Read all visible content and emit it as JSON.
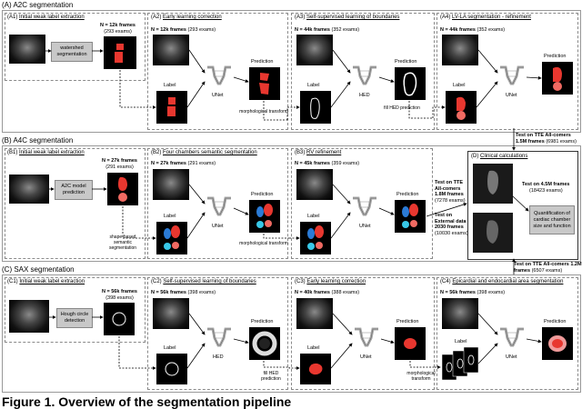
{
  "sections": {
    "a2c": {
      "title": "(A) A2C segmentation"
    },
    "a4c": {
      "title": "(B) A4C segmentation"
    },
    "sax": {
      "title": "(C) SAX segmentation"
    }
  },
  "panels": {
    "a1": {
      "id": "(A1)",
      "name": "Initial weak label extraction",
      "frames": "N = 12k frames",
      "exams": "(293 exams)",
      "tool": "watershed segmentation"
    },
    "a2": {
      "id": "(A2)",
      "name": "Early learning correction",
      "frames": "N = 12k frames",
      "exams": "(293 exams)",
      "label": "Label",
      "net": "UNet",
      "prediction": "Prediction",
      "note": "morphological transform"
    },
    "a3": {
      "id": "(A3)",
      "name": "Self-supervised learning of boundaries",
      "frames": "N = 44k frames",
      "exams": "(352 exams)",
      "label": "Label",
      "net": "HED",
      "prediction": "Prediction",
      "note": "fill HED prediction"
    },
    "a4": {
      "id": "(A4)",
      "name": "LV-LA segmentation - refinement",
      "frames": "N = 44k frames",
      "exams": "(352 exams)",
      "label": "Label",
      "net": "UNet",
      "prediction": "Prediction"
    },
    "b1": {
      "id": "(B1)",
      "name": "Initial weak label extraction",
      "frames": "N = 27k frames",
      "exams": "(291 exams)",
      "tool": "A2C model prediction",
      "note": "shape-based semantic segmentation"
    },
    "b2": {
      "id": "(B2)",
      "name": "Four chambers semantic segmentation",
      "frames": "N = 27k frames",
      "exams": "(291 exams)",
      "label": "Label",
      "net": "UNet",
      "prediction": "Prediction",
      "note": "morphological transform"
    },
    "b3": {
      "id": "(B3)",
      "name": "RV refinement",
      "frames": "N = 45k frames",
      "exams": "(359 exams)",
      "label": "Label",
      "net": "UNet",
      "prediction": "Prediction"
    },
    "c1": {
      "id": "(C1)",
      "name": "Initial weak label extraction",
      "frames": "N = 56k frames",
      "exams": "(398 exams)",
      "tool": "Hough circle detection"
    },
    "c2": {
      "id": "(C2)",
      "name": "Self-supervised learning of boundaries",
      "frames": "N = 56k frames",
      "exams": "(398 exams)",
      "label": "Label",
      "net": "HED",
      "prediction": "Prediction",
      "note": "fill HED prediction"
    },
    "c3": {
      "id": "(C3)",
      "name": "Early learning correction",
      "frames": "N = 40k frames",
      "exams": "(388 exams)",
      "label": "Label",
      "net": "UNet",
      "prediction": "Prediction",
      "note": "morphological transform"
    },
    "c4": {
      "id": "(C4)",
      "name": "Epicardial and endocardial area segmentation",
      "frames": "N = 56k frames",
      "exams": "(398 exams)",
      "label": "Label",
      "net": "UNet",
      "prediction": "Prediction"
    },
    "d": {
      "id": "(D)",
      "name": "Clinical calculations",
      "test_frames": "Test on 4.5M frames",
      "test_exams": "(18423 exams)",
      "result": "Quantification of cardiac chamber size and function"
    }
  },
  "tests": {
    "a_test": {
      "line1": "Test on TTE All-comers",
      "line2": "1.5M frames",
      "exams": "(6981 exams)"
    },
    "b_test": {
      "line1": "Test on TTE",
      "line2": "All-comers",
      "line3": "1.8M frames",
      "exams": "(7278 exams)"
    },
    "b_ext": {
      "line1": "Test on",
      "line2": "External data",
      "line3": "2030 frames",
      "exams": "(10030 exams)"
    },
    "c_test": {
      "line1": "Test on TTE All-comers 1.2M",
      "line2": "frames",
      "exams": "(6507 exams)"
    }
  },
  "caption": "Figure 1. Overview of the segmentation pipeline",
  "colors": {
    "mask": "#e8372f",
    "mask_light": "#f06a62",
    "blue": "#2b7bd6",
    "cyan": "#38c8e8",
    "gray_box": "#c8c8c8"
  }
}
